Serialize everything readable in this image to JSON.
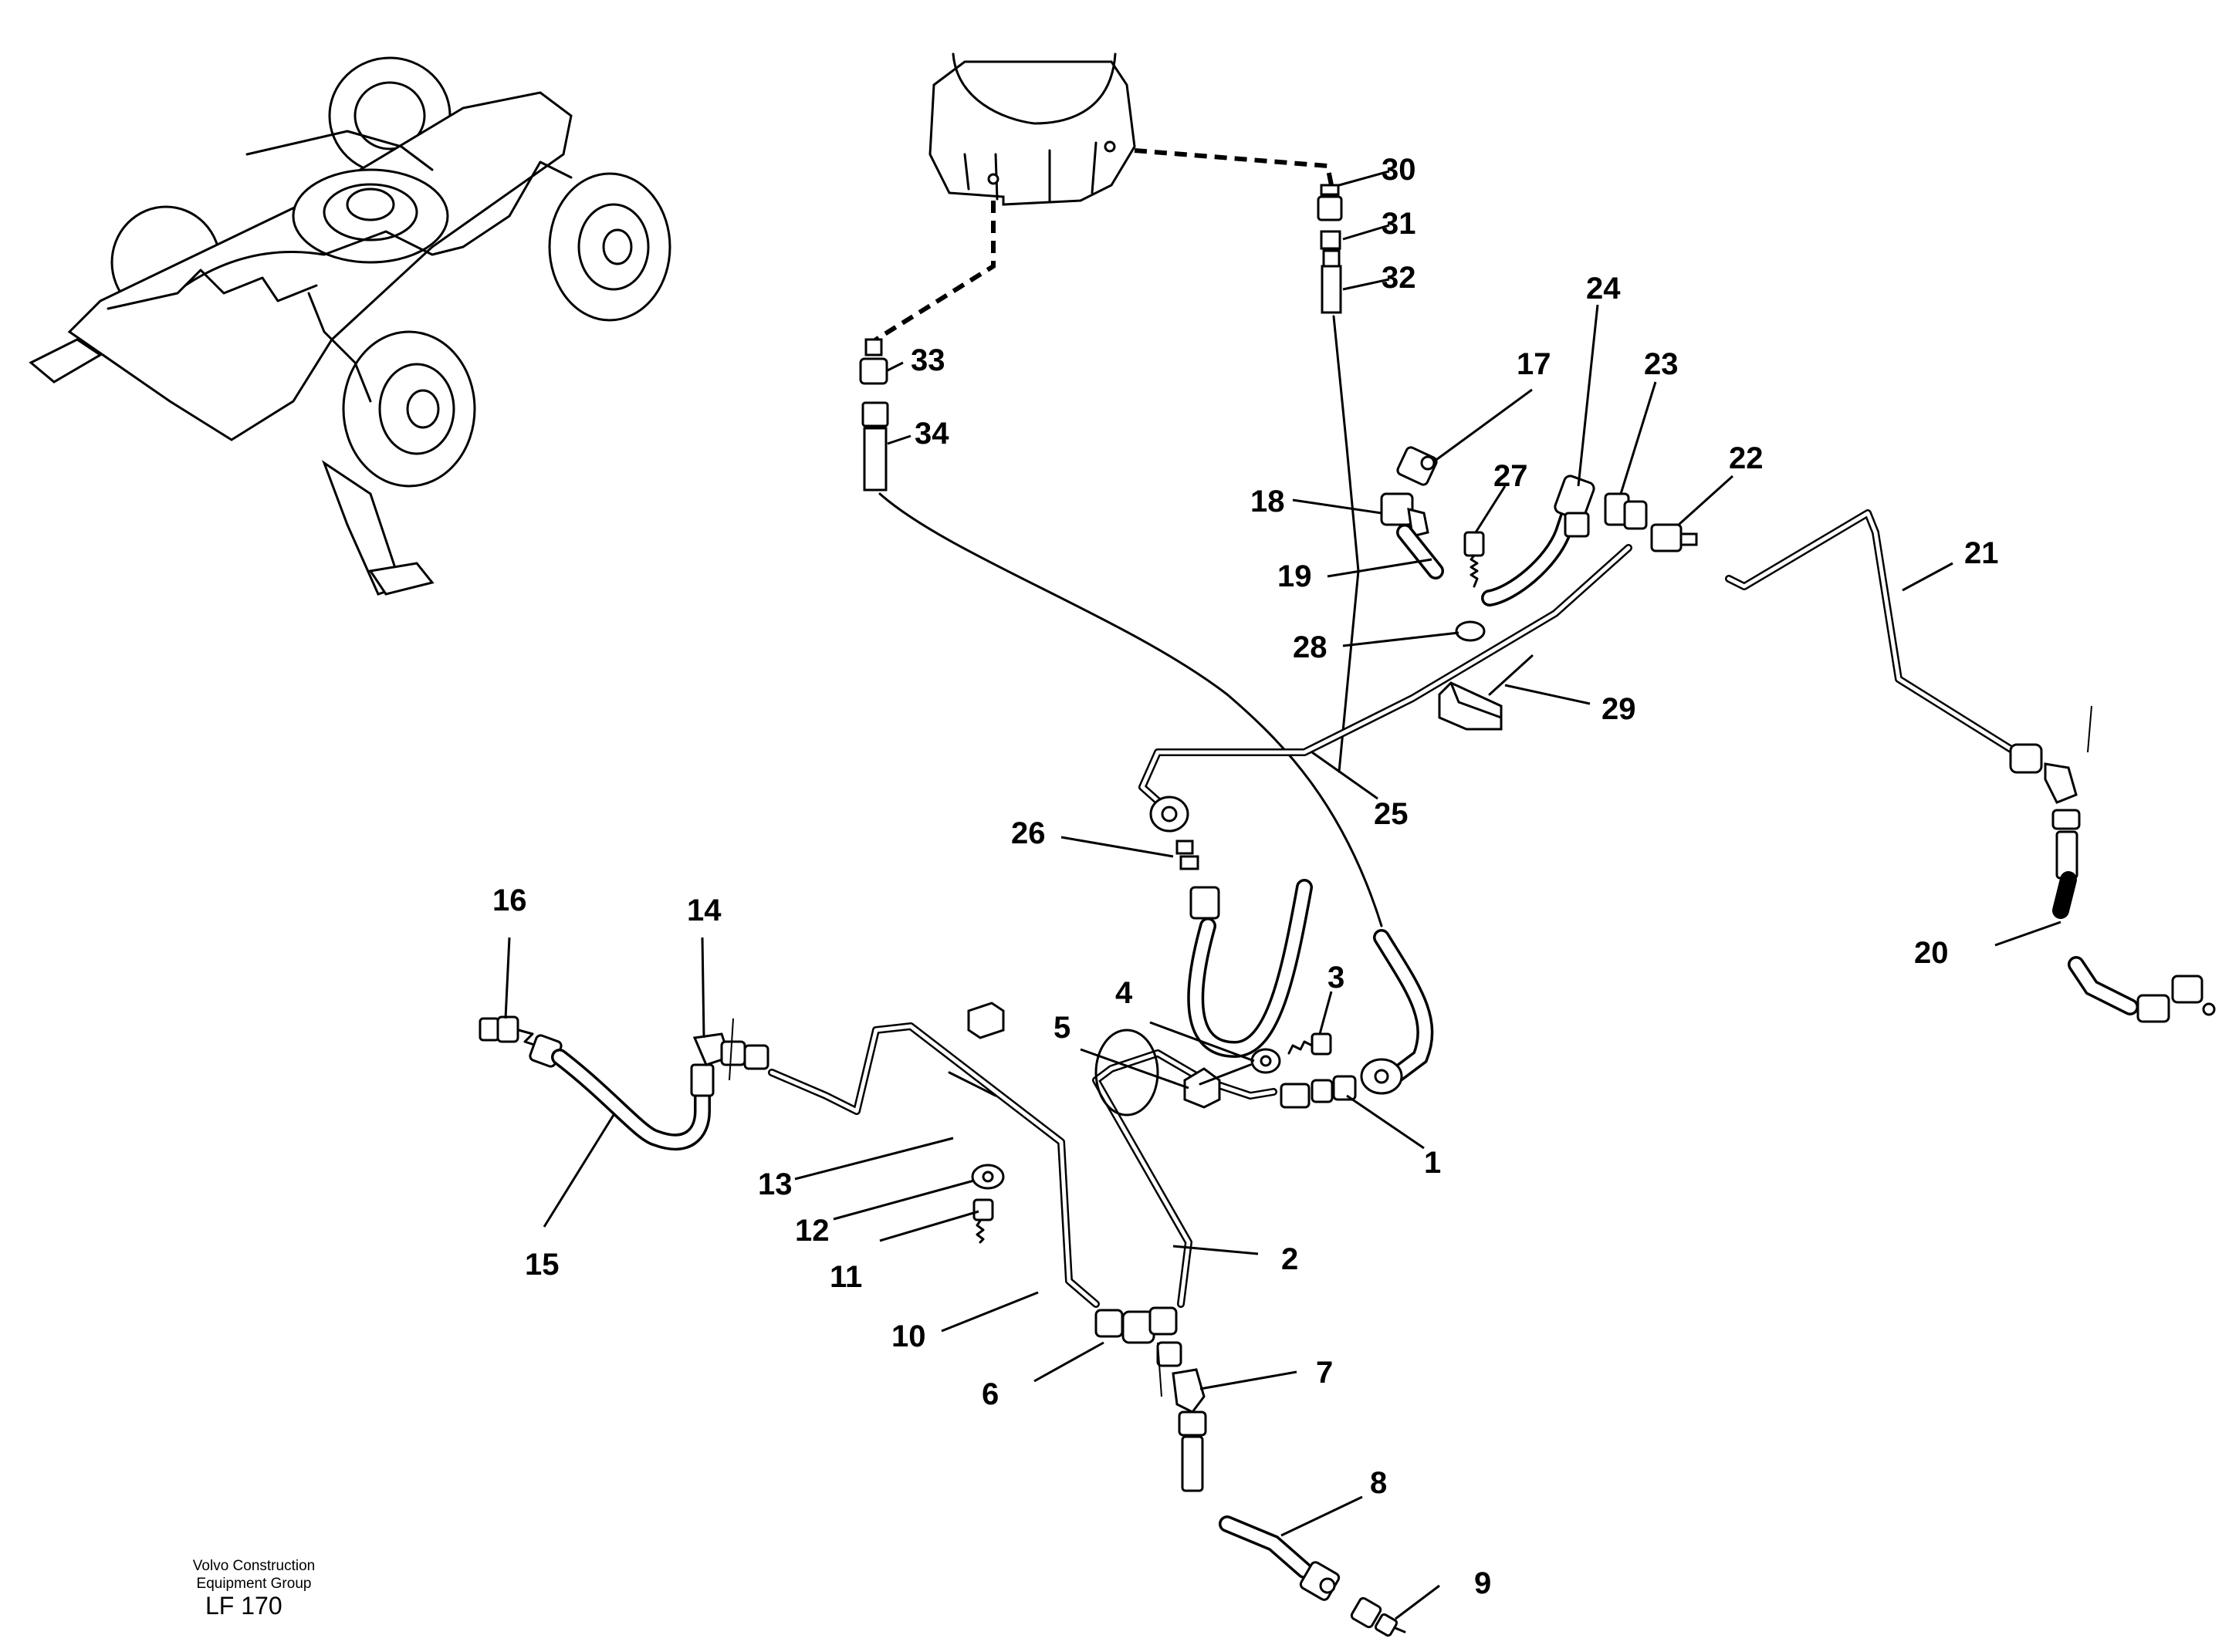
{
  "drawing": {
    "publisher_line1": "Volvo Construction",
    "publisher_line2": "Equipment Group",
    "code": "LF 170"
  },
  "callouts": [
    "1",
    "2",
    "3",
    "4",
    "5",
    "6",
    "7",
    "8",
    "9",
    "10",
    "11",
    "12",
    "13",
    "14",
    "15",
    "16",
    "17",
    "18",
    "19",
    "20",
    "21",
    "22",
    "23",
    "24",
    "25",
    "26",
    "27",
    "28",
    "29",
    "30",
    "31",
    "32",
    "33",
    "34"
  ],
  "icons": {
    "machine_overview": "wheeled-undercarriage-overview-icon",
    "swivel": "swivel-housing-icon"
  }
}
